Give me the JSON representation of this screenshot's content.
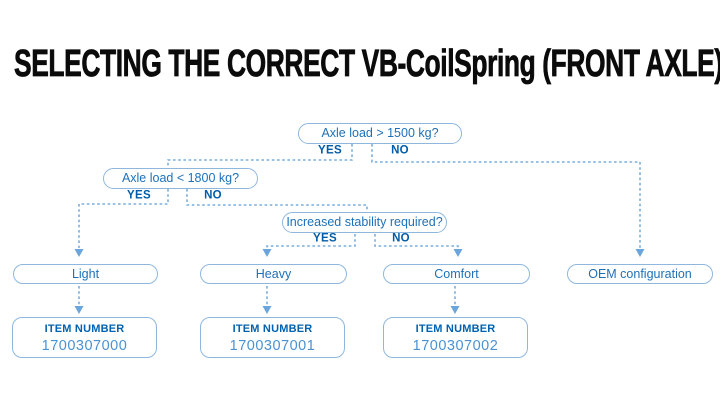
{
  "title": "SELECTING THE CORRECT VB-CoilSpring (FRONT AXLE)",
  "colors": {
    "title_text": "#0b0b0b",
    "box_border": "#8fb7de",
    "connector_line": "#79aedd",
    "question_text": "#1d71b8",
    "bold_label_text": "#005ca9",
    "item_number_text": "#4a92d2",
    "background": "#ffffff"
  },
  "flowchart": {
    "decisions": [
      {
        "id": "axle-load-1500",
        "question": "Axle load > 1500 kg?",
        "yes_label": "YES",
        "no_label": "NO"
      },
      {
        "id": "axle-load-1800",
        "question": "Axle load < 1800 kg?",
        "yes_label": "YES",
        "no_label": "NO"
      },
      {
        "id": "increased-stability",
        "question": "Increased stability required?",
        "yes_label": "YES",
        "no_label": "NO"
      }
    ],
    "outcomes": [
      {
        "id": "light",
        "label": "Light",
        "item_number_label": "ITEM NUMBER",
        "item_number": "1700307000"
      },
      {
        "id": "heavy",
        "label": "Heavy",
        "item_number_label": "ITEM NUMBER",
        "item_number": "1700307001"
      },
      {
        "id": "comfort",
        "label": "Comfort",
        "item_number_label": "ITEM NUMBER",
        "item_number": "1700307002"
      },
      {
        "id": "oem",
        "label": "OEM configuration"
      }
    ]
  }
}
